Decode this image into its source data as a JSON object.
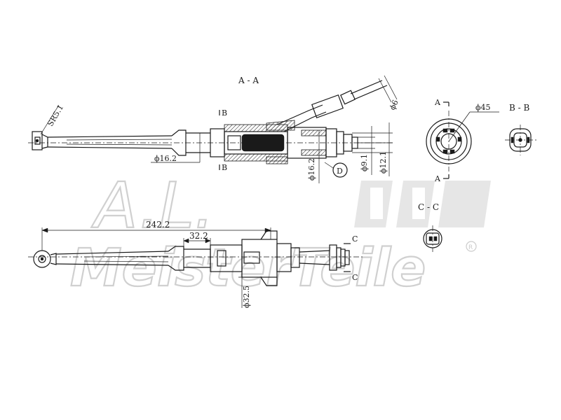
{
  "views": {
    "section_aa": "A - A",
    "section_bb": "B - B",
    "section_cc": "C - C"
  },
  "section_marks": {
    "a_top": "A",
    "a_bottom": "A",
    "b_top": "B",
    "b_bottom": "B",
    "c_top": "C",
    "c_bottom": "C"
  },
  "dimensions": {
    "sr": "SR5.1",
    "d_rod": "ϕ16.2",
    "d_body": "ϕ16.2",
    "d_outlet1": "ϕ9.1",
    "d_outlet2": "ϕ12.1",
    "d_hose": "ϕ6",
    "d_flange": "ϕ45",
    "length_total": "242.2",
    "length_stroke": "32.2",
    "d_mount": "ϕ32.5"
  },
  "detail_callout": "D",
  "watermark": {
    "line1": "A.L.",
    "line2": "MeisterTeile",
    "registered": "R"
  }
}
